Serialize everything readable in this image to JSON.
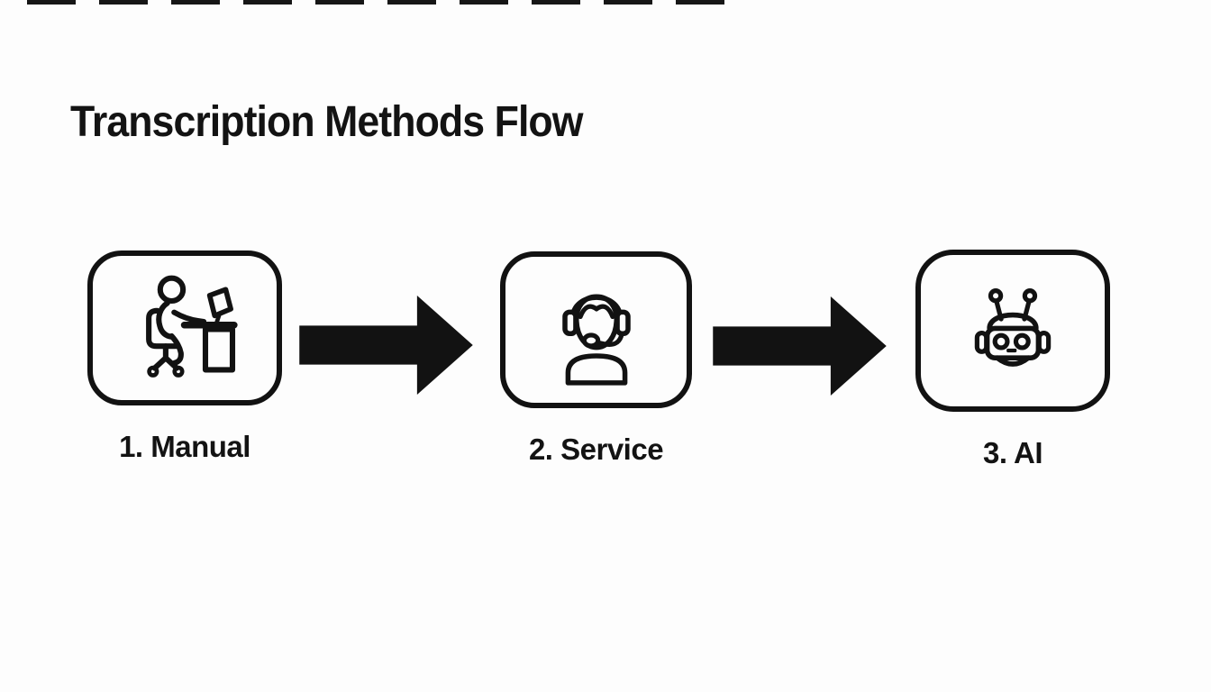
{
  "page": {
    "background_color": "#fdfdfd",
    "ink_color": "#121212"
  },
  "title": "Transcription Methods Flow",
  "flow": {
    "connector": "solid-right-arrow",
    "steps": [
      {
        "label": "1. Manual",
        "icon": "person-at-desk-icon"
      },
      {
        "label": "2. Service",
        "icon": "support-agent-icon"
      },
      {
        "label": "3. AI",
        "icon": "robot-icon"
      }
    ]
  }
}
